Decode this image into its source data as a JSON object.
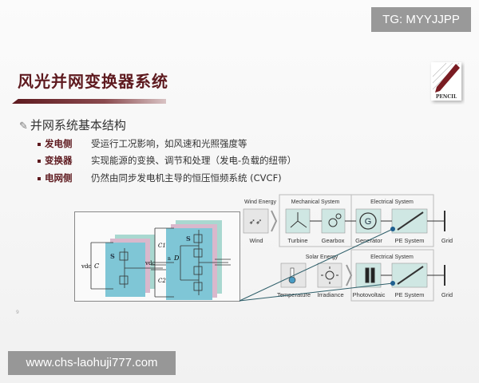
{
  "slide": {
    "title": "风光并网变换器系统",
    "heading": "并网系统基本结构",
    "bullets": [
      {
        "label": "发电侧",
        "text": "受运行工况影响，如风速和光照强度等"
      },
      {
        "label": "变换器",
        "text": "实现能源的变换、调节和处理（发电-负载的纽带）"
      },
      {
        "label": "电网侧",
        "text": "仍然由同步发电机主导的恒压恒频系统 (CVCF)"
      }
    ],
    "logo_text": "PENCIL",
    "page_number": "9"
  },
  "diagram": {
    "wind_row": {
      "group_labels": [
        "Wind Energy",
        "Mechanical System",
        "Electrical System"
      ],
      "items": [
        "Wind",
        "Turbine",
        "Gearbox",
        "Generator",
        "PE System",
        "Grid"
      ]
    },
    "solar_row": {
      "group_labels": [
        "Solar Energy",
        "Electrical System"
      ],
      "items": [
        "Temperature",
        "Irradiance",
        "Photovoltaic",
        "PE System",
        "Grid"
      ]
    },
    "circuit_labels": {
      "s": "S",
      "c": "C",
      "c1": "C1",
      "c2": "C2",
      "d": "D",
      "vdc": "vdc",
      "n": "n"
    }
  },
  "watermarks": {
    "top": "TG: MYYJJPP",
    "bottom": "www.chs-laohuji777.com"
  },
  "colors": {
    "accent": "#5e1a1f",
    "box_fill": "#cfe7e3",
    "circuit_fill": "#7fc6d6"
  }
}
